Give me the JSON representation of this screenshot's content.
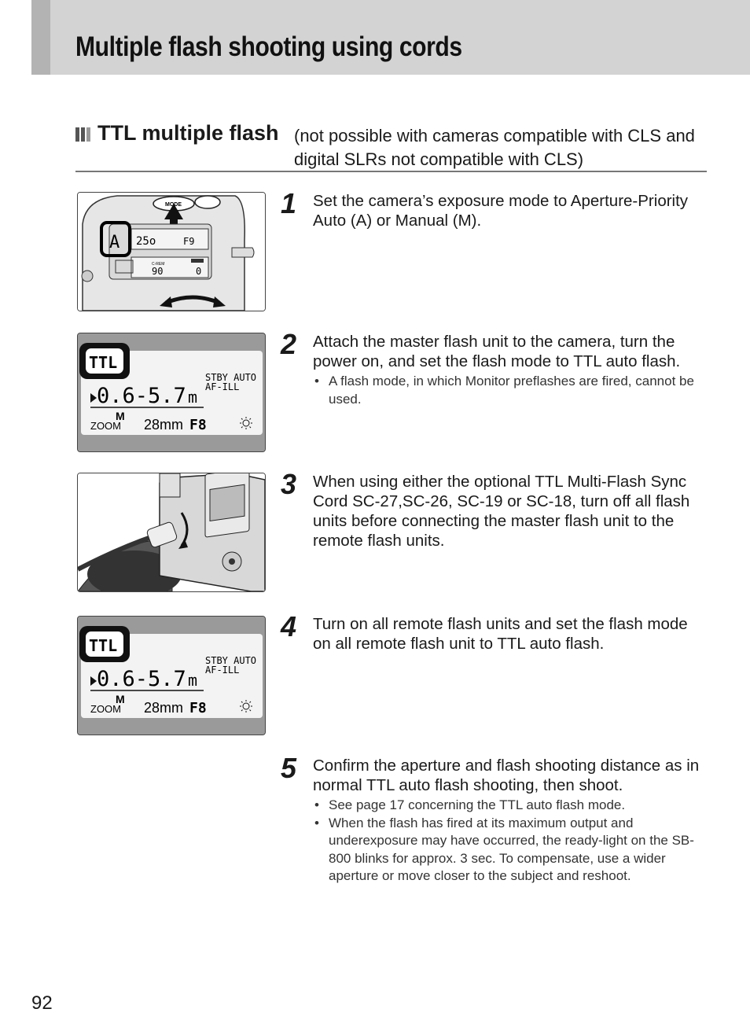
{
  "header": {
    "title": "Multiple flash shooting using cords"
  },
  "section": {
    "title": "TTL multiple flash",
    "note": "(not possible with cameras compatible with CLS and digital SLRs not compatible with CLS)"
  },
  "figures": {
    "camera": {
      "mode_button": "MODE",
      "lcd_mode": "A",
      "lcd_shutter": "25o",
      "lcd_aperture": "F9",
      "lcd_crem": "C-REM",
      "lcd_count": "90",
      "lcd_frame": "0"
    },
    "flash_display": {
      "ttl": "TTL",
      "range": "0.6-5.7",
      "unit": "m",
      "stby": "STBY AUTO",
      "afill": "AF-ILL",
      "zoom": "ZOOM",
      "zoom_mode": "M",
      "focal": "28mm",
      "aperture": "F8"
    }
  },
  "steps": [
    {
      "number": "1",
      "text": "Set the camera’s exposure mode to Aperture-Priority Auto (A) or Manual (M).",
      "bullets": []
    },
    {
      "number": "2",
      "text": "Attach the master flash unit to the camera, turn the power on, and set the flash mode to TTL auto flash.",
      "bullets": [
        "A flash mode, in which Monitor preflashes are fired, cannot be used."
      ]
    },
    {
      "number": "3",
      "text": "When using either the optional TTL Multi-Flash Sync Cord SC-27,SC-26, SC-19 or SC-18, turn off all flash units before connecting the master flash unit to the remote flash units.",
      "bullets": []
    },
    {
      "number": "4",
      "text": "Turn on all remote flash units and set the flash mode on all remote flash unit to TTL auto flash.",
      "bullets": []
    },
    {
      "number": "5",
      "text": "Confirm the aperture and flash shooting distance as in normal TTL auto flash shooting, then shoot.",
      "bullets": [
        "See page 17 concerning the TTL auto flash mode.",
        "When the flash has fired at its maximum output and underexposure may have occurred, the ready-light on the SB-800 blinks for approx. 3 sec. To compensate, use a wider aperture or move closer to the subject and reshoot."
      ]
    }
  ],
  "page_number": "92"
}
